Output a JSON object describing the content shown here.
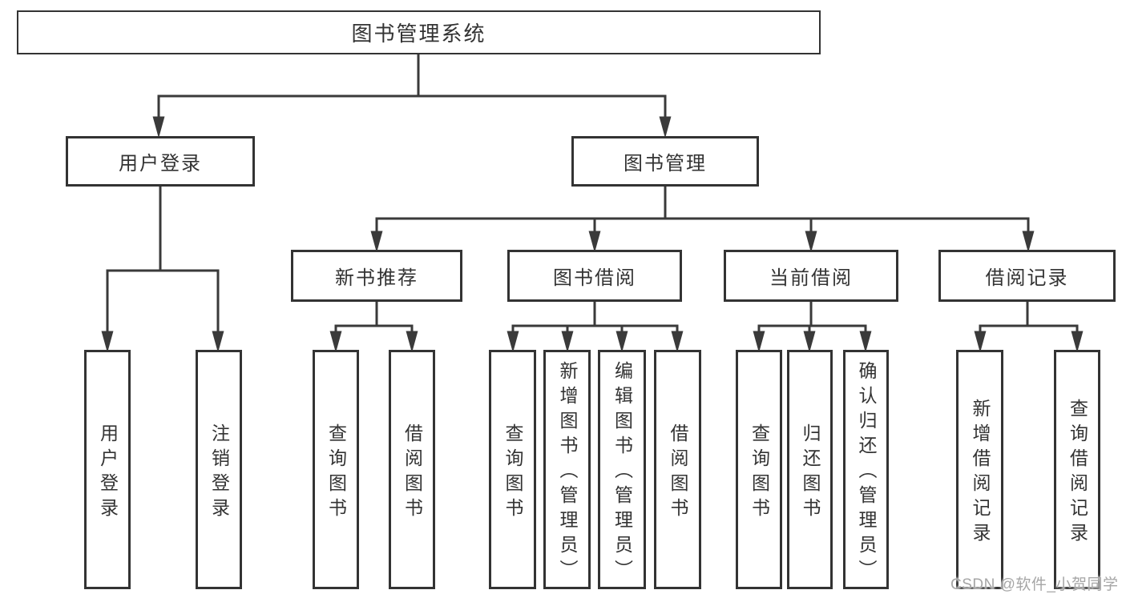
{
  "diagram": {
    "root": {
      "label": "图书管理系统"
    },
    "level2": [
      {
        "label": "用户登录"
      },
      {
        "label": "图书管理"
      }
    ],
    "level3": [
      {
        "label": "新书推荐"
      },
      {
        "label": "图书借阅"
      },
      {
        "label": "当前借阅"
      },
      {
        "label": "借阅记录"
      }
    ],
    "leaves": [
      {
        "label": "用户登录"
      },
      {
        "label": "注销登录"
      },
      {
        "label": "查询图书"
      },
      {
        "label": "借阅图书"
      },
      {
        "label": "查询图书"
      },
      {
        "label": "新增图书（管理员）"
      },
      {
        "label": "编辑图书（管理员）"
      },
      {
        "label": "借阅图书"
      },
      {
        "label": "查询图书"
      },
      {
        "label": "归还图书"
      },
      {
        "label": "确认归还（管理员）"
      },
      {
        "label": "新增借阅记录"
      },
      {
        "label": "查询借阅记录"
      }
    ],
    "watermark": "CSDN @软件_小贺同学",
    "colors": {
      "line": "#3a3a3a",
      "box_border": "#333333",
      "text": "#333333",
      "watermark": "#a6a6a6",
      "background": "#ffffff"
    }
  }
}
